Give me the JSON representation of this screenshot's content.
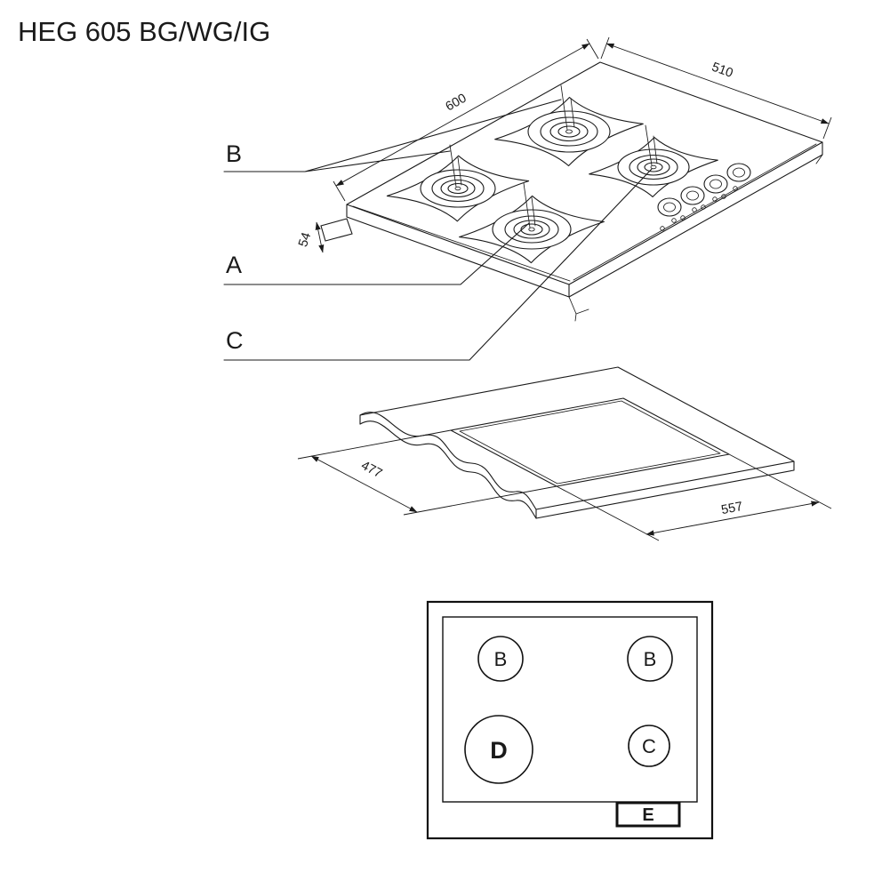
{
  "title": "HEG 605 BG/WG/IG",
  "isometric": {
    "width_label": "600",
    "depth_label": "510",
    "height_label": "54",
    "callout_b": "B",
    "callout_a": "A",
    "callout_c": "C"
  },
  "cutout": {
    "depth_label": "477",
    "width_label": "557"
  },
  "schematic": {
    "burner_top_left": "B",
    "burner_top_right": "B",
    "burner_bottom_left": "D",
    "burner_bottom_right": "C",
    "control_panel": "E"
  }
}
